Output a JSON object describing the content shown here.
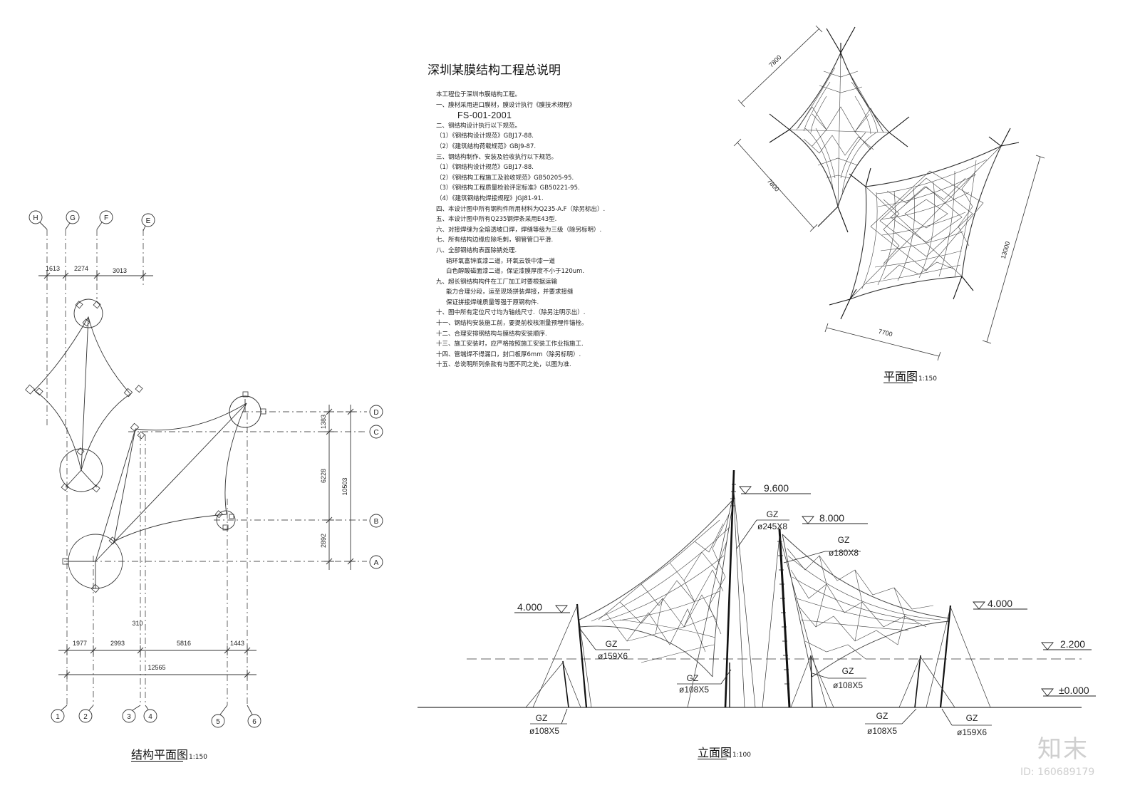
{
  "notes": {
    "title": "深圳某膜结构工程总说明",
    "lines": [
      "本工程位于深圳市膜结构工程。",
      "一、膜材采用进口膜材，膜设计执行《膜技术规程》",
      "FS-001-2001",
      "二、钢结构设计执行以下规范。",
      "（1）《钢结构设计规范》GBJ17-88.",
      "（2）《建筑结构荷载规范》GBJ9-87.",
      "三、钢结构制作、安装及验收执行以下规范。",
      "（1）《钢结构设计规范》GBJ17-88.",
      "（2）《钢结构工程施工及验收规范》GB50205-95.",
      "（3）《钢结构工程质量检验评定标准》GB50221-95.",
      "（4）《建筑钢结构焊接规程》JGJ81-91.",
      "四、本设计图中所有钢构件所用材料为Q235-A.F（除另标出）.",
      "五、本设计图中所有Q235钢焊条采用E43型.",
      "六、对接焊缝为全熔透坡口焊，焊缝等级为三级（除另标明）.",
      "七、所有结构边缘应除毛刺，钢管管口平滑.",
      "八、全部钢结构表面除锈处理.",
      "硝环氧富锌底漆二道，环氧云铁中漆一道",
      "白色醇酸磁面漆二道，保证漆膜厚度不小于120um.",
      "九、超长钢结构构件在工厂加工时要根据运输",
      "能力合理分段，运至现场拼装焊接，并要求接缝",
      "保证拼接焊缝质量等强于原钢构件.",
      "十、图中所有定位尺寸均为轴线尺寸.（除另注明示出）.",
      "十一、钢结构安装施工前，要提前校核测量预埋件锚栓。",
      "十二、合理安排钢结构与膜结构安装顺序.",
      "十三、施工安装时，应严格按照施工安装工作业指施工.",
      "十四、管端焊不得漏口，封口板厚6mm（除另标明）.",
      "十五、总说明所列条款有与图不同之处，以图为准."
    ]
  },
  "struct_plan": {
    "title": "结构平面图",
    "scale": "1:150",
    "axes_top": [
      "H",
      "G",
      "F",
      "E"
    ],
    "axes_bottom": [
      "1",
      "2",
      "3",
      "4",
      "5",
      "6"
    ],
    "axes_right": [
      "D",
      "C",
      "B",
      "A"
    ],
    "dims_top": [
      "1613",
      "2274",
      "3013"
    ],
    "dims_bottom": [
      "1977",
      "2993",
      "5816",
      "1443"
    ],
    "dim_total": "12565",
    "dim_small": "310",
    "dims_right": [
      "1383",
      "6228",
      "2892"
    ],
    "dim_right_total": "10503"
  },
  "plan": {
    "title": "平面图",
    "scale": "1:150",
    "dims": [
      "7800",
      "7800",
      "13000",
      "7700"
    ]
  },
  "elevation": {
    "title": "立面图",
    "scale": "1:100",
    "levels": [
      "9.600",
      "8.000",
      "4.000",
      "4.000",
      "2.200",
      "±0.000"
    ],
    "columns": [
      {
        "name": "GZ",
        "size": "ø245X8"
      },
      {
        "name": "GZ",
        "size": "ø180X8"
      },
      {
        "name": "GZ",
        "size": "ø159X6"
      },
      {
        "name": "GZ",
        "size": "ø108X5"
      },
      {
        "name": "GZ",
        "size": "ø108X5"
      },
      {
        "name": "GZ",
        "size": "ø108X5"
      },
      {
        "name": "GZ",
        "size": "ø108X5"
      },
      {
        "name": "GZ",
        "size": "ø159X6"
      }
    ]
  },
  "watermark": {
    "logo": "知末",
    "id": "ID: 160689179"
  }
}
